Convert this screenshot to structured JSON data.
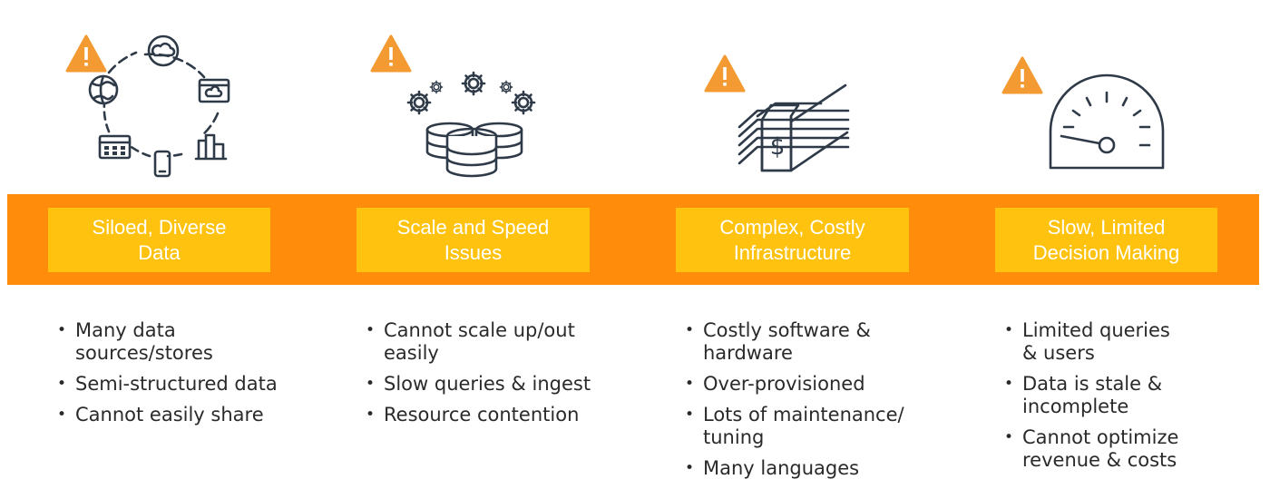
{
  "colors": {
    "band": "#FF8C0A",
    "label_box": "#FFC20E",
    "warning": "#F39A32",
    "icon_stroke": "#2f3a48"
  },
  "columns": [
    {
      "icon": "data-sources-cycle-icon",
      "label": "Siloed, Diverse\nData",
      "bullets": [
        "Many data\nsources/stores",
        "Semi-structured data",
        "Cannot easily share"
      ]
    },
    {
      "icon": "database-gears-icon",
      "label": "Scale and Speed\nIssues",
      "bullets": [
        "Cannot scale up/out\neasily",
        "Slow queries & ingest",
        "Resource contention"
      ]
    },
    {
      "icon": "money-stack-icon",
      "label": "Complex, Costly\nInfrastructure",
      "bullets": [
        "Costly software &\nhardware",
        "Over-provisioned",
        "Lots of maintenance/\ntuning",
        "Many languages"
      ]
    },
    {
      "icon": "speedometer-icon",
      "label": "Slow, Limited\nDecision Making",
      "bullets": [
        "Limited queries\n& users",
        "Data is stale &\nincomplete",
        "Cannot optimize\nrevenue & costs"
      ]
    }
  ]
}
